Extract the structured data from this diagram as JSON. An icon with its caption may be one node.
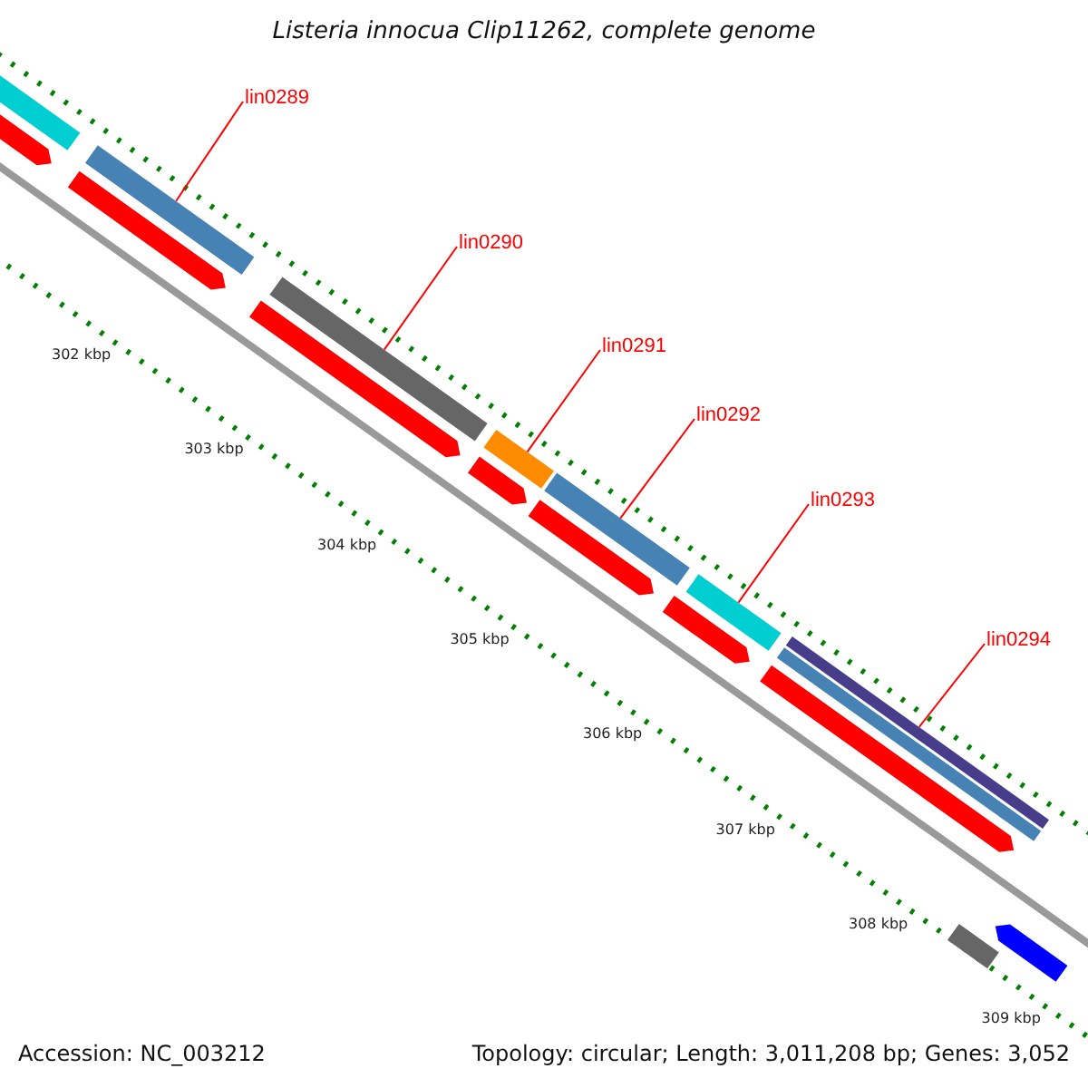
{
  "diagram": {
    "title": "Listeria innocua Clip11262, complete genome",
    "nodes": [
      {
        "text": [
          "lin0289"
        ]
      },
      {
        "text": [
          "lin0290"
        ]
      },
      {
        "text": [
          "lin0291"
        ]
      },
      {
        "text": [
          "lin0292"
        ]
      },
      {
        "text": [
          "lin0293"
        ]
      },
      {
        "text": [
          "lin0294"
        ]
      },
      {
        "text": [],
        "shape": "bar"
      },
      {
        "text": [],
        "shape": "bar"
      },
      {
        "text": [],
        "shape": "bar"
      },
      {
        "text": [],
        "shape": "bar"
      },
      {
        "text": [],
        "shape": "bar"
      },
      {
        "text": [],
        "shape": "bar"
      },
      {
        "text": [],
        "shape": "bar"
      },
      {
        "text": [],
        "shape": "arrow"
      },
      {
        "text": [],
        "shape": "arrow"
      },
      {
        "text": [],
        "shape": "arrow"
      },
      {
        "text": [],
        "shape": "arrow"
      },
      {
        "text": [],
        "shape": "arrow"
      },
      {
        "text": [],
        "shape": "arrow"
      },
      {
        "text": [],
        "shape": "arrow"
      },
      {
        "text": [],
        "shape": "bar"
      },
      {
        "text": [],
        "shape": "bar"
      },
      {
        "text": [],
        "shape": "arrow"
      }
    ],
    "edges": [
      {
        "from": 0,
        "to": 6,
        "arrow": "none"
      },
      {
        "from": 1,
        "to": 7,
        "arrow": "none"
      },
      {
        "from": 2,
        "to": 8,
        "arrow": "none"
      },
      {
        "from": 3,
        "to": 9,
        "arrow": "none"
      },
      {
        "from": 4,
        "to": 10,
        "arrow": "none"
      },
      {
        "from": 5,
        "to": 11,
        "arrow": "none"
      }
    ],
    "labels": [
      "302 kbp",
      "303 kbp",
      "304 kbp",
      "305 kbp",
      "306 kbp",
      "307 kbp",
      "308 kbp",
      "309 kbp",
      "Accession: NC_003212",
      "Topology: circular; Length: 3,011,208 bp; Genes: 3,052"
    ]
  }
}
